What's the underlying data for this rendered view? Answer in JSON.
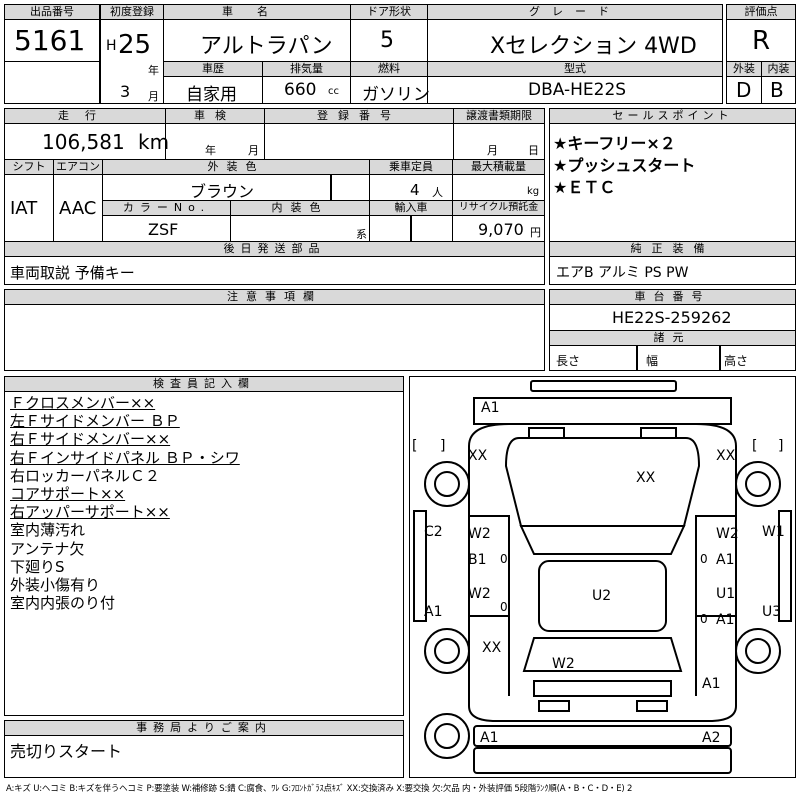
{
  "header": {
    "lot_no_label": "出品番号",
    "lot_no": "5161",
    "first_reg_label": "初度登録",
    "era": "H",
    "year": "25",
    "year_unit": "年",
    "month": "3",
    "month_unit": "月",
    "car_name_label": "車名",
    "car_name": "アルトラパン",
    "door_label": "ドア形状",
    "door": "5",
    "grade_label": "グレード",
    "grade": "Xセレクション 4WD",
    "score_label": "評価点",
    "score": "R",
    "history_label": "車歴",
    "history": "自家用",
    "displacement_label": "排気量",
    "displacement": "660",
    "displacement_unit": "cc",
    "fuel_label": "燃料",
    "fuel": "ガソリン",
    "model_label": "型式",
    "model": "DBA-HE22S",
    "exterior_label": "外装",
    "exterior": "D",
    "interior_label": "内装",
    "interior": "B"
  },
  "row2": {
    "mileage_label": "走行",
    "mileage": "106,581",
    "mileage_unit": "km",
    "inspection_label": "車検",
    "inspection_year_unit": "年",
    "inspection_month_unit": "月",
    "reg_no_label": "登録番号",
    "transfer_label": "譲渡書類期限",
    "transfer_month_unit": "月",
    "transfer_day_unit": "日",
    "shift_label": "シフト",
    "shift": "IAT",
    "ac_label": "エアコン",
    "ac": "AAC",
    "color_label": "外装色",
    "color": "ブラウン",
    "capacity_label": "乗車定員",
    "capacity": "4",
    "capacity_unit": "人",
    "load_label": "最大積載量",
    "load_unit": "kg",
    "color_no_label": "カラーNo.",
    "color_no": "ZSF",
    "interior_color_label": "内装色",
    "interior_color_unit": "系",
    "import_label": "輸入車",
    "recycle_label": "リサイクル預託金",
    "recycle": "9,070",
    "recycle_unit": "円",
    "later_label": "後日発送部品",
    "later": "車両取説 予備キー"
  },
  "sales": {
    "label": "セールスポイント",
    "points": [
      "★キーフリー×２",
      "★プッシュスタート",
      "★ＥＴＣ"
    ]
  },
  "equipment": {
    "label": "純正装備",
    "value": "エアB アルミ PS PW"
  },
  "notes": {
    "label": "注意事項欄"
  },
  "chassis": {
    "label": "車台番号",
    "value": "HE22S-259262",
    "spec_label": "諸元",
    "length_label": "長さ",
    "width_label": "幅",
    "height_label": "高さ"
  },
  "inspector": {
    "label": "検査員記入欄",
    "lines": [
      {
        "text": "Ｆクロスメンバー××",
        "underline": true
      },
      {
        "text": "左Ｆサイドメンバー ＢＰ",
        "underline": true
      },
      {
        "text": "右Ｆサイドメンバー××",
        "underline": true
      },
      {
        "text": "右Ｆインサイドパネル ＢＰ・シワ",
        "underline": true
      },
      {
        "text": "右ロッカーパネルＣ２",
        "underline": false
      },
      {
        "text": "コアサポート××",
        "underline": true
      },
      {
        "text": "右アッパーサポート××",
        "underline": true
      },
      {
        "text": "室内薄汚れ",
        "underline": false
      },
      {
        "text": "アンテナ欠",
        "underline": false
      },
      {
        "text": "下廻りS",
        "underline": false
      },
      {
        "text": "外装小傷有り",
        "underline": false
      },
      {
        "text": "室内内張のり付",
        "underline": false
      }
    ]
  },
  "office": {
    "label": "事務局よりご案内",
    "value": "売切りスタート"
  },
  "diagram": {
    "marks": {
      "front_bumper": "A1",
      "left_front_tire": "XX",
      "right_front_tire": "XX",
      "bonnet": "XX",
      "left_fender": "C2",
      "right_fender": "W1",
      "left_front_door": "W2",
      "left_front_door_2": "B1",
      "left_front_door_glass": "0",
      "right_front_door": "W2",
      "right_front_door_2": "A1",
      "right_front_door_glass": "0",
      "left_rear_door": "W2",
      "left_rear_door_glass": "0",
      "roof": "U2",
      "right_rear_door": "U1",
      "right_rear_door_2": "A1",
      "right_rear_door_glass": "0",
      "left_rocker": "A1",
      "right_rocker": "U3",
      "left_rear_tire": "XX",
      "rear_glass": "W2",
      "right_quarter": "A1",
      "rear_bumper_left": "A1",
      "rear_bumper_right": "A2",
      "bracket_open": "[",
      "bracket_close": "]"
    }
  },
  "legend": "A:キズ U:ヘコミ B:キズを伴うヘコミ P:要塗装 W:補修跡 S:錆 C:腐食、ﾜﾚ G:ﾌﾛﾝﾄｶﾞﾗｽ点ｷｽﾞ XX:交換済み X:要交換 欠:欠品 内・外装評価 5段階ﾗﾝｸ順(A・B・C・D・E) 2"
}
